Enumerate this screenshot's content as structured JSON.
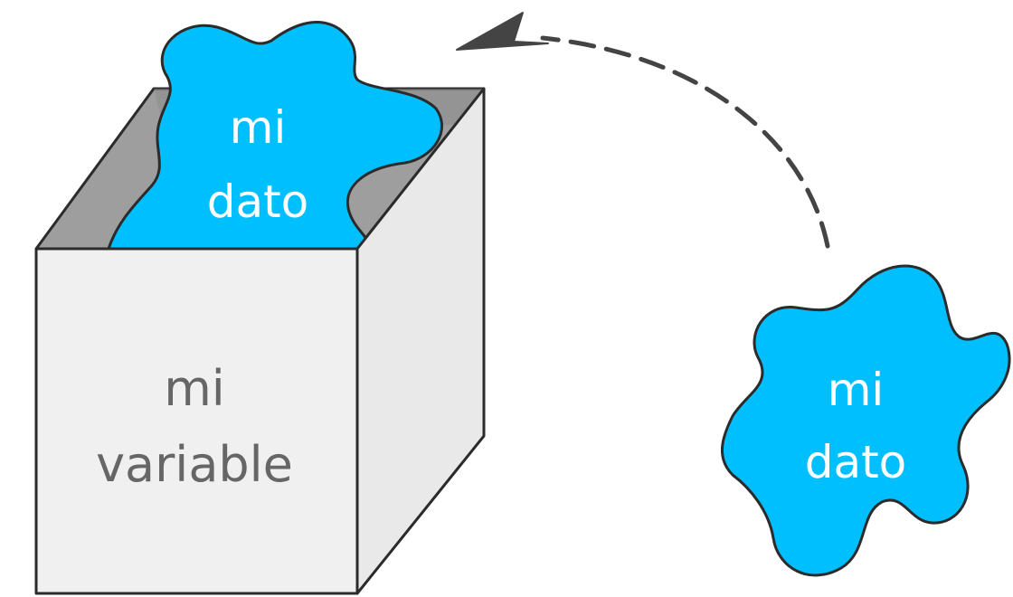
{
  "inside_blob": {
    "line1": "mi",
    "line2": "dato"
  },
  "outside_blob": {
    "line1": "mi",
    "line2": "dato"
  },
  "box": {
    "line1": "mi",
    "line2": "variable"
  },
  "colors": {
    "blob_fill": "#00BFFF",
    "blob_text": "#FFFFFF",
    "box_front": "#F0F0F0",
    "box_side": "#E9E9E9",
    "box_inside": "#9E9E9E",
    "box_text": "#666666",
    "outline": "#2B2B2B",
    "arrow": "#444444"
  },
  "icons": {
    "arrow": "curved-dashed-arrow-icon"
  }
}
